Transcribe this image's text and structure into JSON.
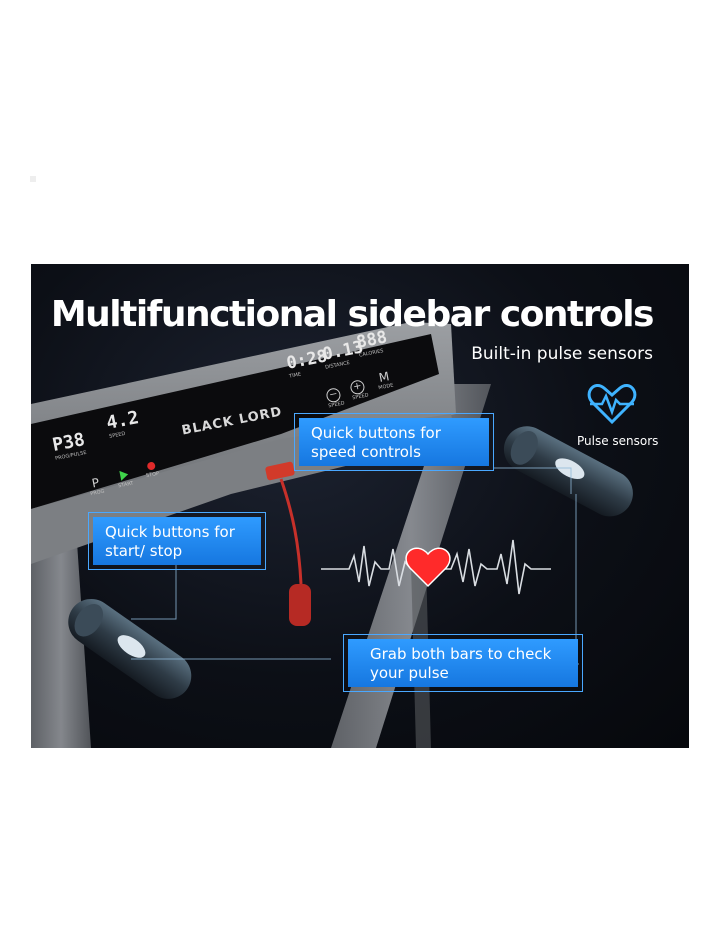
{
  "headline": {
    "title": "Multifunctional sidebar controls",
    "subtitle": "Built-in pulse sensors"
  },
  "pulse_icon": {
    "icon": "heartbeat-heart-icon",
    "label": "Pulse sensors",
    "color": "#3fb3ff"
  },
  "callouts": {
    "speed": "Quick buttons for speed controls",
    "start_stop": "Quick buttons for start/ stop",
    "pulse": "Grab both bars to check your pulse"
  },
  "console": {
    "brand": "BLACK LORD",
    "left_display": {
      "value": "P38",
      "label": "PROG/PULSE"
    },
    "speed_display": {
      "value": "4.2",
      "label": "SPEED"
    },
    "time_display": {
      "value": "0:28",
      "label": "TIME"
    },
    "distance_display": {
      "value": "0.13",
      "label": "DISTANCE"
    },
    "calories_display": {
      "value": "888",
      "label": "CALORIES"
    },
    "buttons": {
      "prog": {
        "glyph": "P",
        "label": "PROG"
      },
      "start": {
        "label": "START"
      },
      "stop": {
        "label": "STOP"
      },
      "speed_minus": {
        "label": "SPEED"
      },
      "speed_plus": {
        "label": "SPEED"
      },
      "mode": {
        "glyph": "M",
        "label": "MODE"
      }
    }
  },
  "colors": {
    "accent": "#2f9bff",
    "heart": "#ff2a2a",
    "background": "#0c0f16"
  }
}
